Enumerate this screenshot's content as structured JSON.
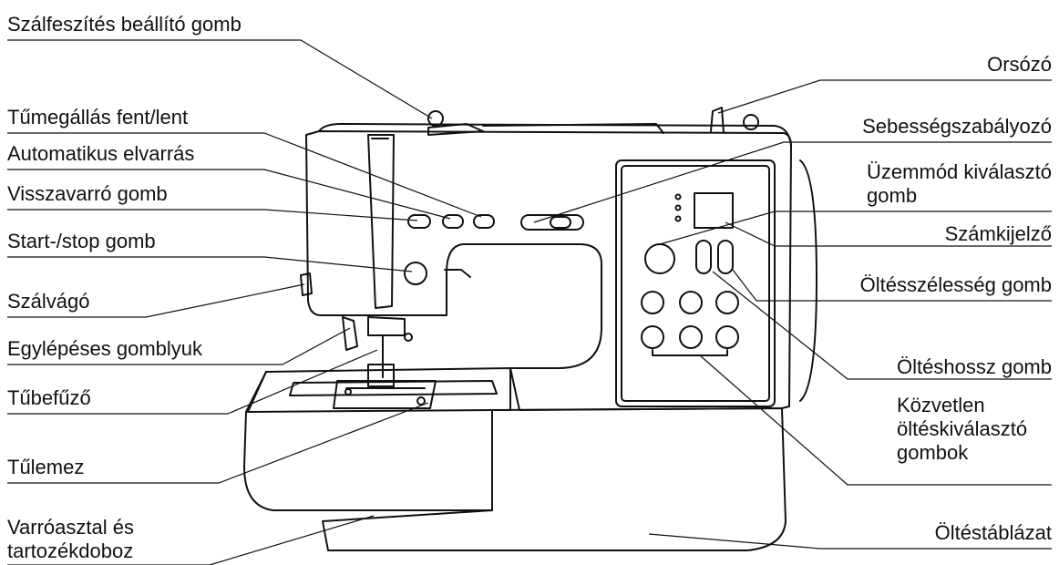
{
  "labels_left": [
    {
      "id": "tension",
      "text": "Szálfeszítés beállító gomb"
    },
    {
      "id": "needle-updown",
      "text": "Tűmegállás fent/lent"
    },
    {
      "id": "auto-lock",
      "text": "Automatikus elvarrás"
    },
    {
      "id": "reverse",
      "text": "Visszavarró gomb"
    },
    {
      "id": "start-stop",
      "text": "Start-/stop gomb"
    },
    {
      "id": "cutter",
      "text": "Szálvágó"
    },
    {
      "id": "buttonhole",
      "text": "Egylépéses gomblyuk"
    },
    {
      "id": "threader",
      "text": "Tűbefűző"
    },
    {
      "id": "needle-plate",
      "text": "Tűlemez"
    },
    {
      "id": "table-box",
      "text": "Varróasztal és\ntartozékdoboz"
    }
  ],
  "labels_right": [
    {
      "id": "spool",
      "text": "Orsózó"
    },
    {
      "id": "speed",
      "text": "Sebességszabályozó"
    },
    {
      "id": "mode",
      "text": "Üzemmód kiválasztó\ngomb"
    },
    {
      "id": "display",
      "text": "Számkijelző"
    },
    {
      "id": "width",
      "text": "Öltésszélesség gomb"
    },
    {
      "id": "length",
      "text": "Öltéshossz gomb"
    },
    {
      "id": "direct",
      "text": "Közvetlen\nöltéskiválasztó\ngombok"
    },
    {
      "id": "chart",
      "text": "Öltéstáblázat"
    }
  ],
  "colors": {
    "ink": "#111111",
    "background": "#ffffff"
  }
}
